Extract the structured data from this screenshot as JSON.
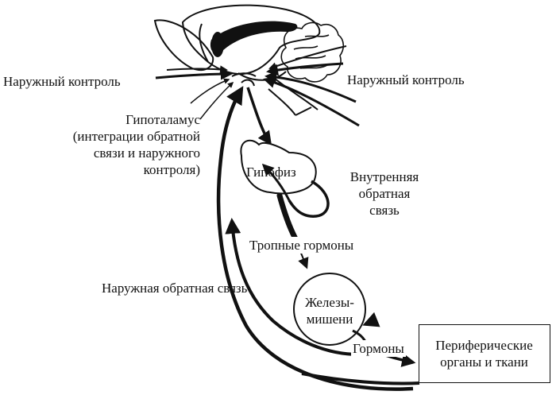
{
  "labels": {
    "external_control_left": "Наружный контроль",
    "external_control_right": "Наружный контроль",
    "hypothalamus": [
      "Гипоталамус",
      "(интеграции обратной",
      "связи и наружного",
      "контроля)"
    ],
    "pituitary": "Гипофиз",
    "internal_feedback": [
      "Внутренняя",
      "обратная",
      "связь"
    ],
    "tropic_hormones": "Тропные гормоны",
    "external_feedback": "Наружная обратная связь",
    "target_glands": [
      "Железы-",
      "мишени"
    ],
    "hormones": "Гормоны",
    "peripheral": [
      "Периферические",
      "органы и ткани"
    ]
  },
  "colors": {
    "ink": "#111111",
    "background": "#ffffff"
  }
}
